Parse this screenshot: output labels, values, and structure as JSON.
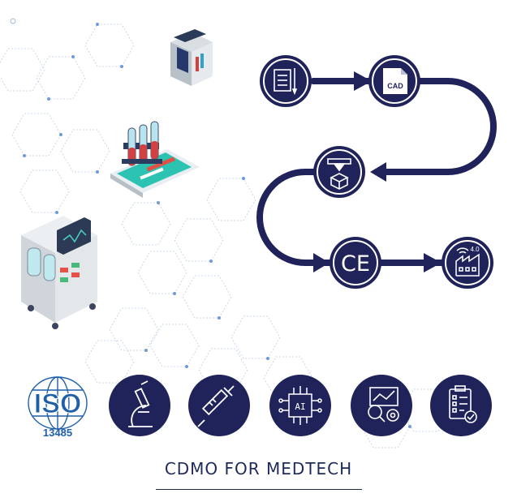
{
  "caption": "CDMO FOR MEDTECH",
  "colors": {
    "navy": "#20235a",
    "hex": "#c7d6ea",
    "dot": "#5a8fd6",
    "white": "#ffffff"
  },
  "process_flow": [
    {
      "step": "documents",
      "icon": "documents-icon"
    },
    {
      "step": "cad",
      "icon": "cad-file-icon",
      "label": "CAD"
    },
    {
      "step": "3d-printing",
      "icon": "3d-printer-icon"
    },
    {
      "step": "ce-marking",
      "icon": "ce-mark-icon",
      "label": "CE"
    },
    {
      "step": "industry-4-0",
      "icon": "smart-factory-icon",
      "label": "4.0"
    }
  ],
  "iso": {
    "name": "ISO",
    "number": "13485"
  },
  "capabilities": [
    {
      "icon": "microscope-icon"
    },
    {
      "icon": "syringe-icon"
    },
    {
      "icon": "ai-chip-icon",
      "label": "AI"
    },
    {
      "icon": "analytics-gear-icon"
    },
    {
      "icon": "checklist-icon"
    }
  ]
}
